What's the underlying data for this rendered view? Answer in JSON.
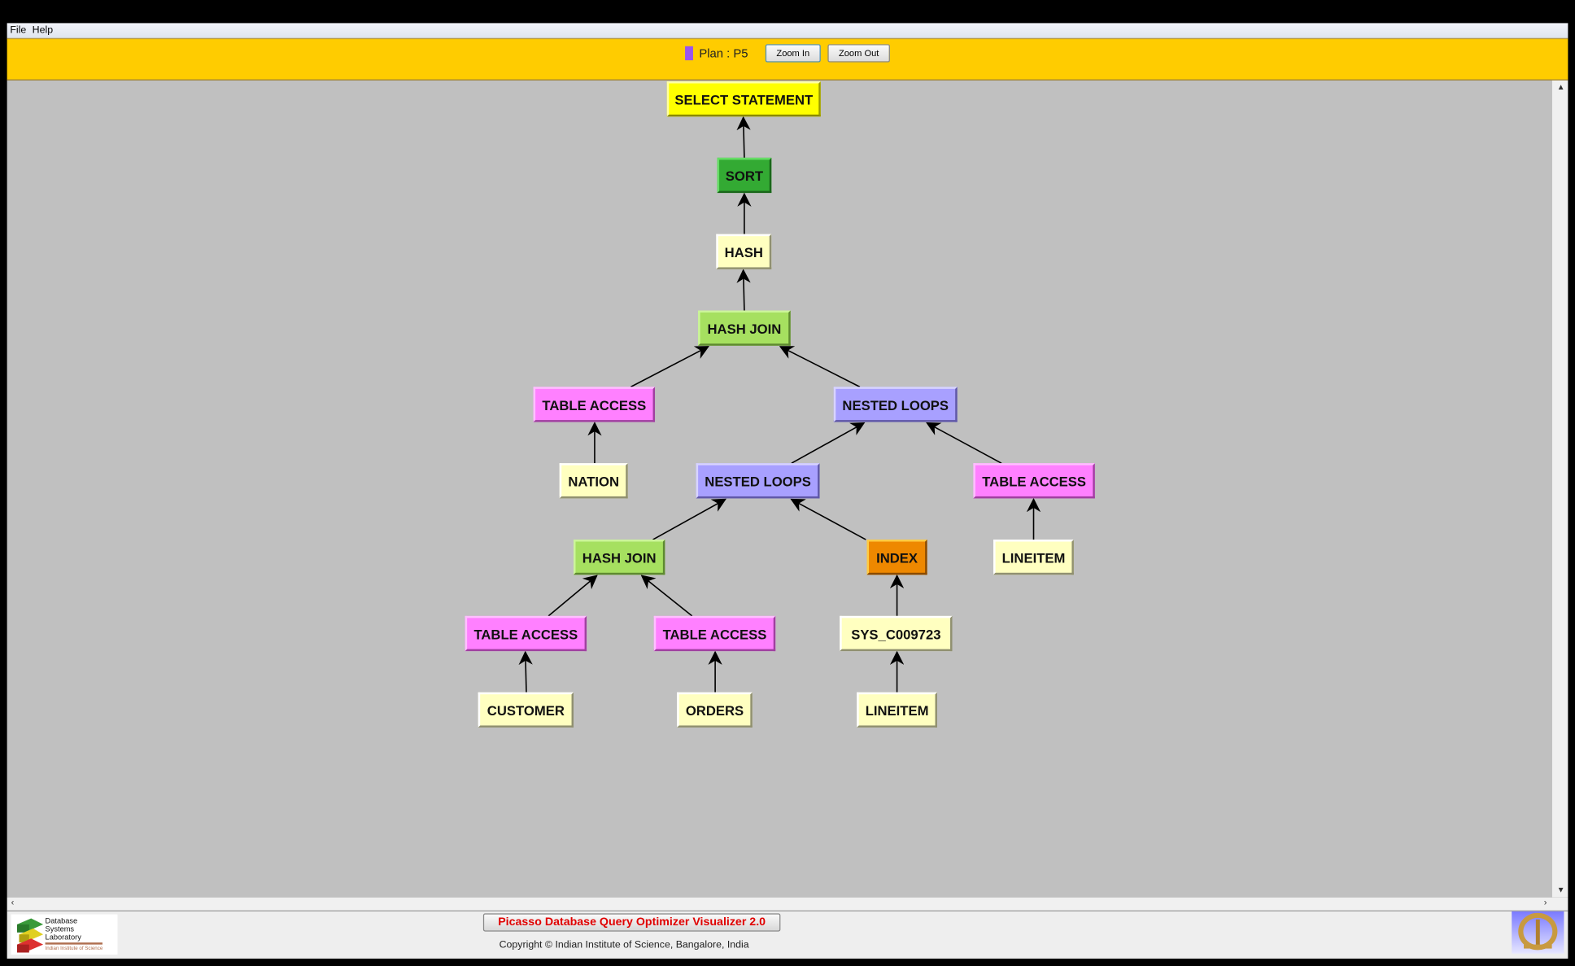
{
  "menu": {
    "file": "File",
    "help": "Help"
  },
  "toolbar": {
    "plan_label": "Plan : P5",
    "plan_color": "#9955ee",
    "zoom_in": "Zoom In",
    "zoom_out": "Zoom Out"
  },
  "plan_tree": {
    "nodes": [
      {
        "id": "n0",
        "label": "SELECT STATEMENT",
        "type": "select",
        "color": "#FFFF00"
      },
      {
        "id": "n1",
        "label": "SORT",
        "type": "sort",
        "color": "#33AA33"
      },
      {
        "id": "n2",
        "label": "HASH",
        "type": "hash",
        "color": "#FFFFC0"
      },
      {
        "id": "n3",
        "label": "HASH JOIN",
        "type": "hash-join",
        "color": "#A6E060"
      },
      {
        "id": "n4",
        "label": "TABLE ACCESS",
        "type": "table-access",
        "color": "#FF80FF"
      },
      {
        "id": "n5",
        "label": "NESTED LOOPS",
        "type": "nested-loops",
        "color": "#A8A0FF"
      },
      {
        "id": "n6",
        "label": "NATION",
        "type": "relation",
        "color": "#FFFFC0"
      },
      {
        "id": "n7",
        "label": "NESTED LOOPS",
        "type": "nested-loops",
        "color": "#A8A0FF"
      },
      {
        "id": "n8",
        "label": "TABLE ACCESS",
        "type": "table-access",
        "color": "#FF80FF"
      },
      {
        "id": "n9",
        "label": "HASH JOIN",
        "type": "hash-join",
        "color": "#A6E060"
      },
      {
        "id": "n10",
        "label": "INDEX",
        "type": "index",
        "color": "#EE8800"
      },
      {
        "id": "n11",
        "label": "LINEITEM",
        "type": "relation",
        "color": "#FFFFC0"
      },
      {
        "id": "n12",
        "label": "TABLE ACCESS",
        "type": "table-access",
        "color": "#FF80FF"
      },
      {
        "id": "n13",
        "label": "TABLE ACCESS",
        "type": "table-access",
        "color": "#FF80FF"
      },
      {
        "id": "n14",
        "label": "SYS_C009723",
        "type": "index-name",
        "color": "#FFFFC0"
      },
      {
        "id": "n15",
        "label": "CUSTOMER",
        "type": "relation",
        "color": "#FFFFC0"
      },
      {
        "id": "n16",
        "label": "ORDERS",
        "type": "relation",
        "color": "#FFFFC0"
      },
      {
        "id": "n17",
        "label": "LINEITEM",
        "type": "relation",
        "color": "#FFFFC0"
      }
    ],
    "edges": [
      [
        "n1",
        "n0"
      ],
      [
        "n2",
        "n1"
      ],
      [
        "n3",
        "n2"
      ],
      [
        "n4",
        "n3"
      ],
      [
        "n5",
        "n3"
      ],
      [
        "n6",
        "n4"
      ],
      [
        "n7",
        "n5"
      ],
      [
        "n8",
        "n5"
      ],
      [
        "n9",
        "n7"
      ],
      [
        "n10",
        "n7"
      ],
      [
        "n11",
        "n8"
      ],
      [
        "n12",
        "n9"
      ],
      [
        "n13",
        "n9"
      ],
      [
        "n14",
        "n10"
      ],
      [
        "n15",
        "n12"
      ],
      [
        "n16",
        "n13"
      ],
      [
        "n17",
        "n14"
      ]
    ]
  },
  "footer": {
    "title": "Picasso Database Query Optimizer Visualizer 2.0",
    "copyright": "Copyright © Indian Institute of Science, Bangalore, India",
    "left_logo_text": [
      "Database",
      "Systems",
      "Laboratory",
      "Indian Institute of Science"
    ]
  }
}
